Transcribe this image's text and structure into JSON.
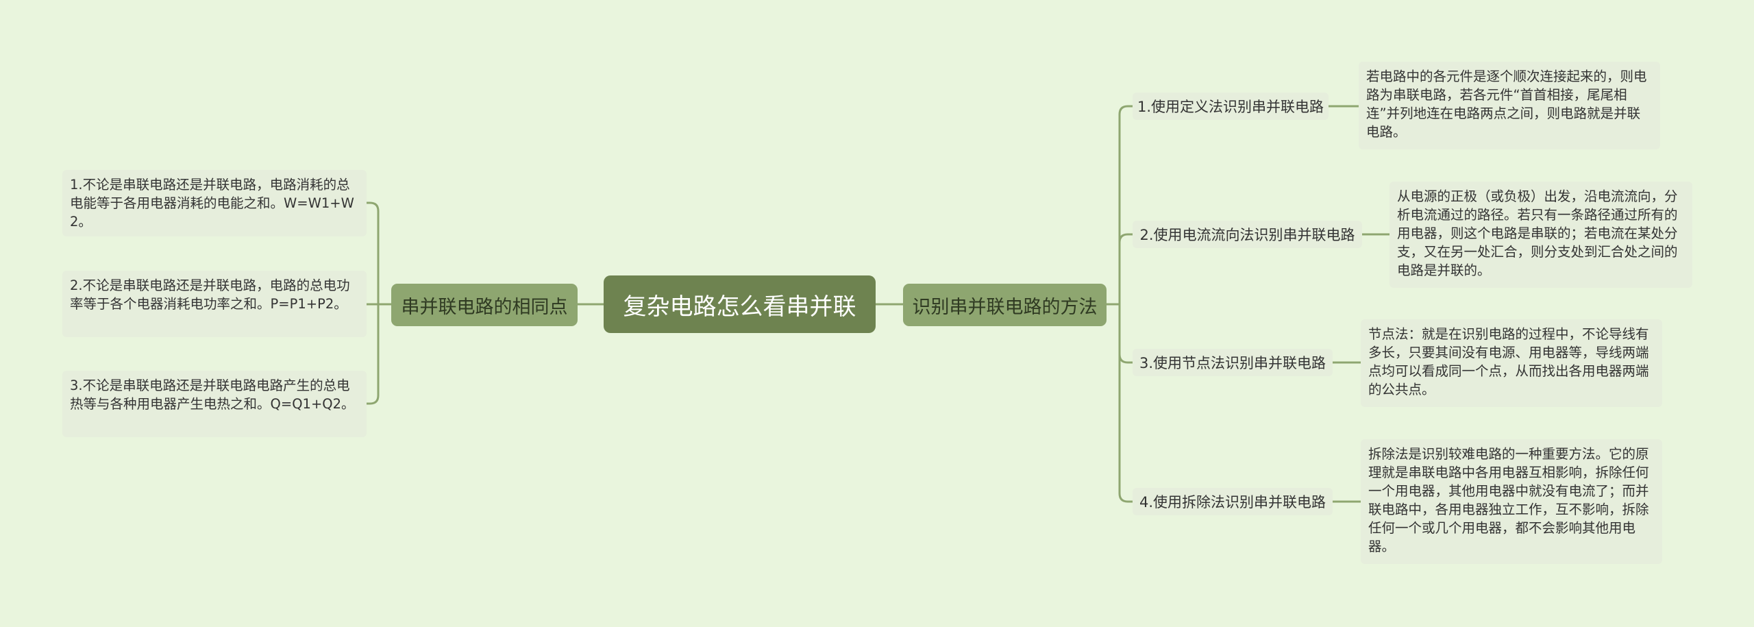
{
  "root": {
    "title": "复杂电路怎么看串并联"
  },
  "branches": {
    "left": {
      "label": "串并联电路的相同点",
      "items": [
        "1.不论是串联电路还是并联电路，电路消耗的总电能等于各用电器消耗的电能之和。W=W1+W2。",
        "2.不论是串联电路还是并联电路，电路的总电功率等于各个电器消耗电功率之和。P=P1+P2。",
        "3.不论是串联电路还是并联电路电路产生的总电热等与各种用电器产生电热之和。Q=Q1+Q2。"
      ]
    },
    "right": {
      "label": "识别串并联电路的方法",
      "methods": [
        {
          "label": "1.使用定义法识别串并联电路",
          "detail": "若电路中的各元件是逐个顺次连接起来的，则电路为串联电路，若各元件“首首相接，尾尾相连”并列地连在电路两点之间，则电路就是并联电路。"
        },
        {
          "label": "2.使用电流流向法识别串并联电路",
          "detail": "从电源的正极（或负极）出发，沿电流流向，分析电流通过的路径。若只有一条路径通过所有的用电器，则这个电路是串联的；若电流在某处分支，又在另一处汇合，则分支处到汇合处之间的电路是并联的。"
        },
        {
          "label": "3.使用节点法识别串并联电路",
          "detail": "节点法：就是在识别电路的过程中，不论导线有多长，只要其间没有电源、用电器等，导线两端点均可以看成同一个点，从而找出各用电器两端的公共点。"
        },
        {
          "label": "4.使用拆除法识别串并联电路",
          "detail": "拆除法是识别较难电路的一种重要方法。它的原理就是串联电路中各用电器互相影响，拆除任何一个用电器，其他用电器中就没有电流了；而并联电路中，各用电器独立工作，互不影响，拆除任何一个或几个用电器，都不会影响其他用电器。"
        }
      ]
    }
  },
  "colors": {
    "background": "#e9f5dd",
    "root_fill": "#6e8350",
    "branch_fill": "#8ea670",
    "leaf_fill": "#e6eedc",
    "connector": "#8ea670"
  }
}
